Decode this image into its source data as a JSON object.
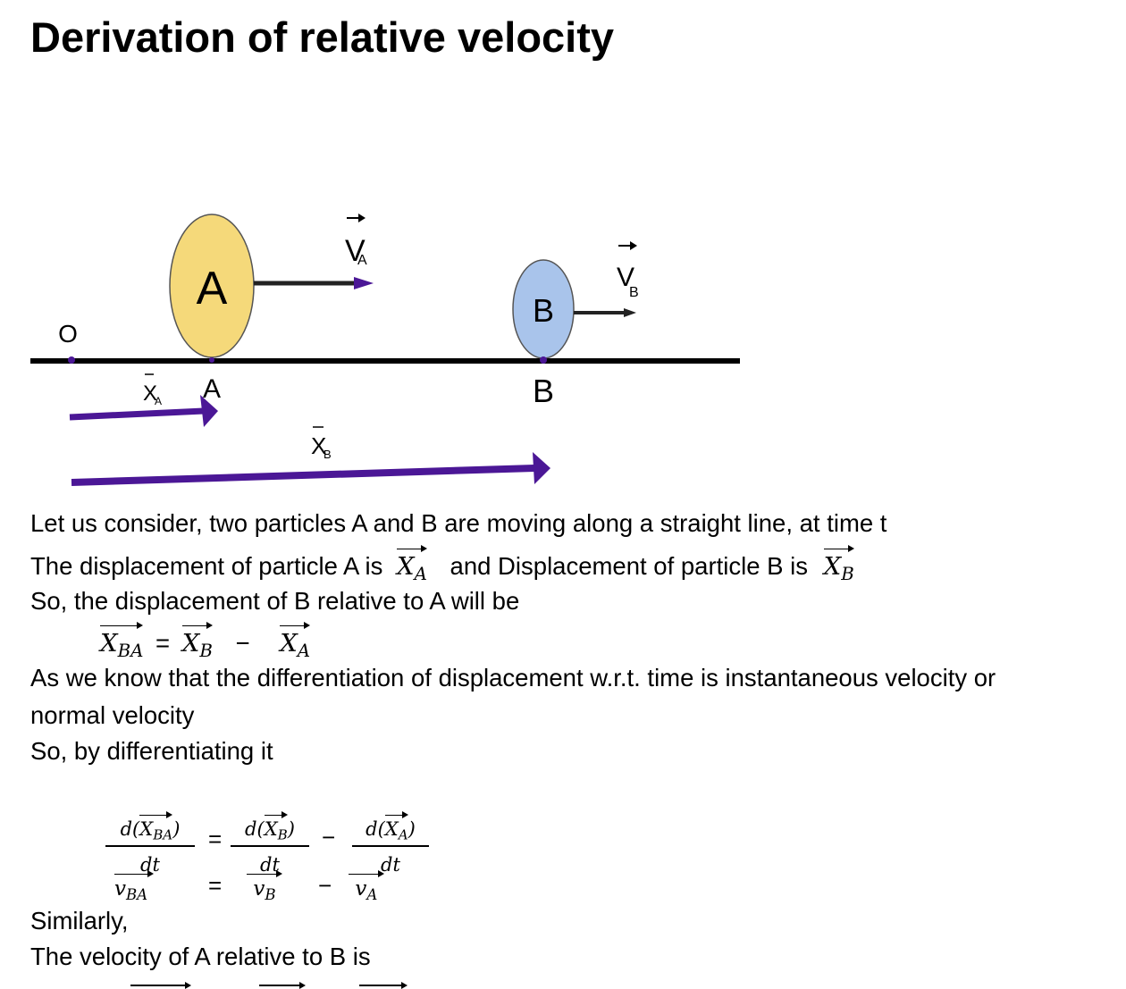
{
  "title": "Derivation of relative velocity",
  "diagram": {
    "origin_label": "O",
    "particle_a": {
      "label": "A",
      "point_label": "A",
      "fill": "#F5D97A",
      "velocity_label": "V",
      "velocity_sub": "A",
      "displacement_label": "X",
      "displacement_sub": "A"
    },
    "particle_b": {
      "label": "B",
      "point_label": "B",
      "fill": "#A9C4EB",
      "velocity_label": "V",
      "velocity_sub": "B",
      "displacement_label": "X",
      "displacement_sub": "B"
    },
    "vector_color": "#4B1796",
    "axis_color": "#000000"
  },
  "body": {
    "line1": "Let us consider, two particles A and B are moving along a straight line, at time t",
    "line2_a": "The displacement of particle A is",
    "line2_b": "and Displacement of particle B is",
    "line3": "So, the displacement of B relative to A will be",
    "line4": "As we know that the differentiation of displacement w.r.t. time is instantaneous velocity or",
    "line5": "normal velocity",
    "line6": "So, by differentiating it",
    "line7": "Similarly,",
    "line8": "The velocity of A relative to B is"
  },
  "math": {
    "xa": {
      "base": "X",
      "sub": "A"
    },
    "xb": {
      "base": "X",
      "sub": "B"
    },
    "xba": {
      "base": "X",
      "sub": "BA"
    },
    "eq1": {
      "lhs_base": "X",
      "lhs_sub": "BA",
      "eq": "=",
      "r1_base": "X",
      "r1_sub": "B",
      "minus": "−",
      "r2_base": "X",
      "r2_sub": "A"
    },
    "eq2": {
      "f1_num_pre": "d(",
      "f1_num_base": "X",
      "f1_num_sub": "BA",
      "f1_num_post": ")",
      "f1_den": "dt",
      "eq": "=",
      "f2_num_pre": "d(",
      "f2_num_base": "X",
      "f2_num_sub": "B",
      "f2_num_post": ")",
      "f2_den": "dt",
      "minus": "−",
      "f3_num_pre": "d(",
      "f3_num_base": "X",
      "f3_num_sub": "A",
      "f3_num_post": ")",
      "f3_den": "dt"
    },
    "eq3": {
      "lhs_base": "v",
      "lhs_sub": "BA",
      "eq": "=",
      "r1_base": "v",
      "r1_sub": "B",
      "minus": "−",
      "r2_base": "v",
      "r2_sub": "A"
    }
  }
}
